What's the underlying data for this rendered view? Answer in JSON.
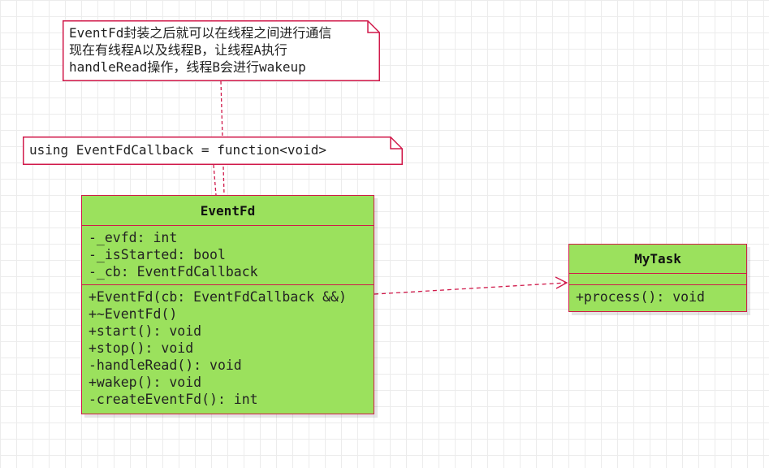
{
  "notes": {
    "top": {
      "line1": "EventFd封装之后就可以在线程之间进行通信",
      "line2": "现在有线程A以及线程B，让线程A执行",
      "line3": "handleRead操作，线程B会进行wakeup"
    },
    "typedef": {
      "text": "using EventFdCallback = function<void>"
    }
  },
  "classes": {
    "eventfd": {
      "name": "EventFd",
      "attributes": [
        "-_evfd: int",
        "-_isStarted: bool",
        "-_cb: EventFdCallback"
      ],
      "operations": [
        "+EventFd(cb: EventFdCallback &&)",
        "+~EventFd()",
        "+start(): void",
        "+stop(): void",
        "-handleRead(): void",
        "+wakep(): void",
        "-createEventFd(): int"
      ]
    },
    "mytask": {
      "name": "MyTask",
      "operations": [
        "+process(): void"
      ]
    }
  },
  "colors": {
    "class_fill": "#9be15d",
    "stroke": "#d0194a",
    "note_fill": "#ffffff",
    "grid": "#ececec"
  }
}
